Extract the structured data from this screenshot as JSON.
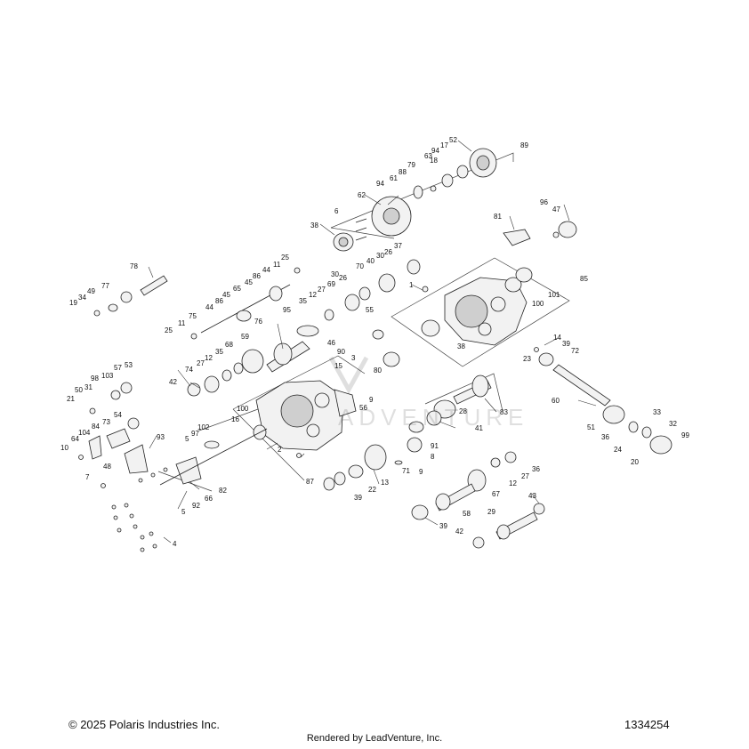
{
  "footer": {
    "copyright": "© 2025 Polaris Industries Inc.",
    "diagram_number": "1334254",
    "rendered_by": "Rendered by LeadVenture, Inc."
  },
  "callouts": {
    "c89": "89",
    "c52": "52",
    "c94a": "94",
    "c17": "17",
    "c18": "18",
    "c63": "63",
    "c79": "79",
    "c88": "88",
    "c61": "61",
    "c94b": "94",
    "c62": "62",
    "c6": "6",
    "c38a": "38",
    "c96": "96",
    "c47": "47",
    "c81": "81",
    "c85": "85",
    "c101": "101",
    "c100": "100",
    "c1": "1",
    "c38b": "38",
    "c14": "14",
    "c23": "23",
    "c39a": "39",
    "c72": "72",
    "c60": "60",
    "c51": "51",
    "c36a": "36",
    "c33": "33",
    "c32": "32",
    "c99": "99",
    "c24": "24",
    "c20": "20",
    "c25a": "25",
    "c11a": "11",
    "c44a": "44",
    "c86a": "86",
    "c45a": "45",
    "c65": "65",
    "c86b": "86",
    "c45b": "45",
    "c44b": "44",
    "c37": "37",
    "c26a": "26",
    "c30a": "30",
    "c40": "40",
    "c70": "70",
    "c26b": "26",
    "c30b": "30",
    "c69": "69",
    "c27a": "27",
    "c12a": "12",
    "c35a": "35",
    "c55": "55",
    "c95": "95",
    "c90": "90",
    "c46": "46",
    "c3": "3",
    "c80": "80",
    "c78": "78",
    "c77": "77",
    "c49": "49",
    "c34": "34",
    "c19": "19",
    "c75": "75",
    "c11b": "11",
    "c25b": "25",
    "c76": "76",
    "c59": "59",
    "c68": "68",
    "c35b": "35",
    "c12b": "12",
    "c27b": "27",
    "c74": "74",
    "c42a": "42",
    "c15": "15",
    "c56": "56",
    "c9a": "9",
    "c98": "98",
    "c103": "103",
    "c57": "57",
    "c53": "53",
    "c31": "31",
    "c50": "50",
    "c21": "21",
    "c73": "73",
    "c84": "84",
    "c54": "54",
    "c104": "104",
    "c64": "64",
    "c10": "10",
    "c48": "48",
    "c93": "93",
    "c7": "7",
    "c97": "97",
    "c102": "102",
    "c5a": "5",
    "c100b": "100",
    "c16": "16",
    "c2": "2",
    "c87": "87",
    "c82": "82",
    "c66": "66",
    "c92": "92",
    "c5b": "5",
    "c4": "4",
    "c83": "83",
    "c28": "28",
    "c41": "41",
    "c91": "91",
    "c8": "8",
    "c9b": "9",
    "c71": "71",
    "c13": "13",
    "c22": "22",
    "c39b": "39",
    "c36b": "36",
    "c27c": "27",
    "c12c": "12",
    "c67": "67",
    "c58": "58",
    "c43": "43",
    "c39c": "39",
    "c29": "29",
    "c42b": "42"
  }
}
